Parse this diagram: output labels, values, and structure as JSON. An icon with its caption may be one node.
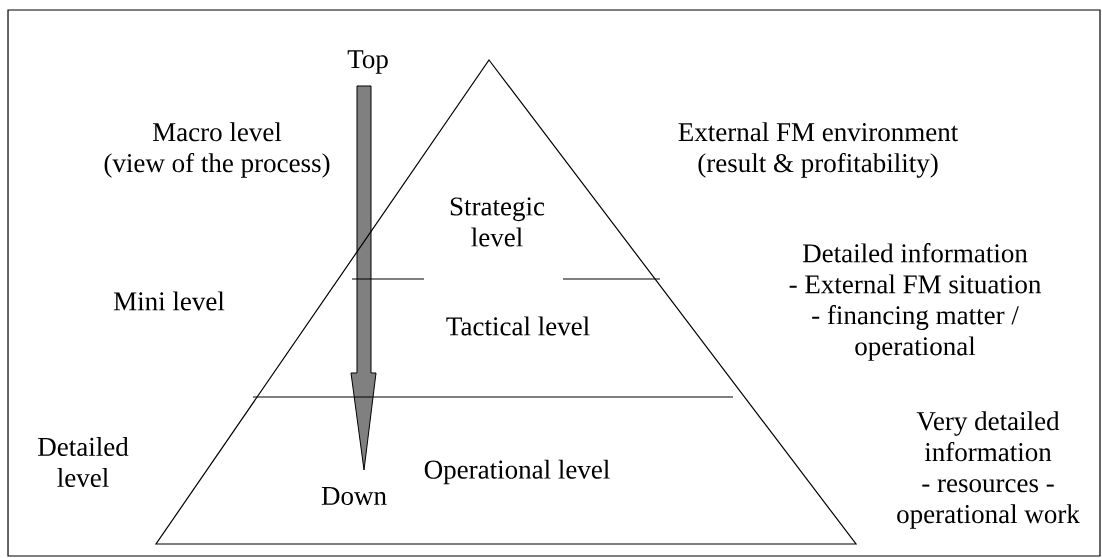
{
  "diagram": {
    "nodes": [
      {
        "text": [
          "Strategic level",
          "Tactical level",
          "Operational level"
        ]
      }
    ],
    "labels": [
      "Top",
      "Macro level (view of the process)",
      "External FM environment (result & profitability)",
      "Mini level",
      "Detailed information - External FM situation - financing matter / operational",
      "Detailed level",
      "Very detailed information - resources - operational work",
      "Down"
    ]
  }
}
